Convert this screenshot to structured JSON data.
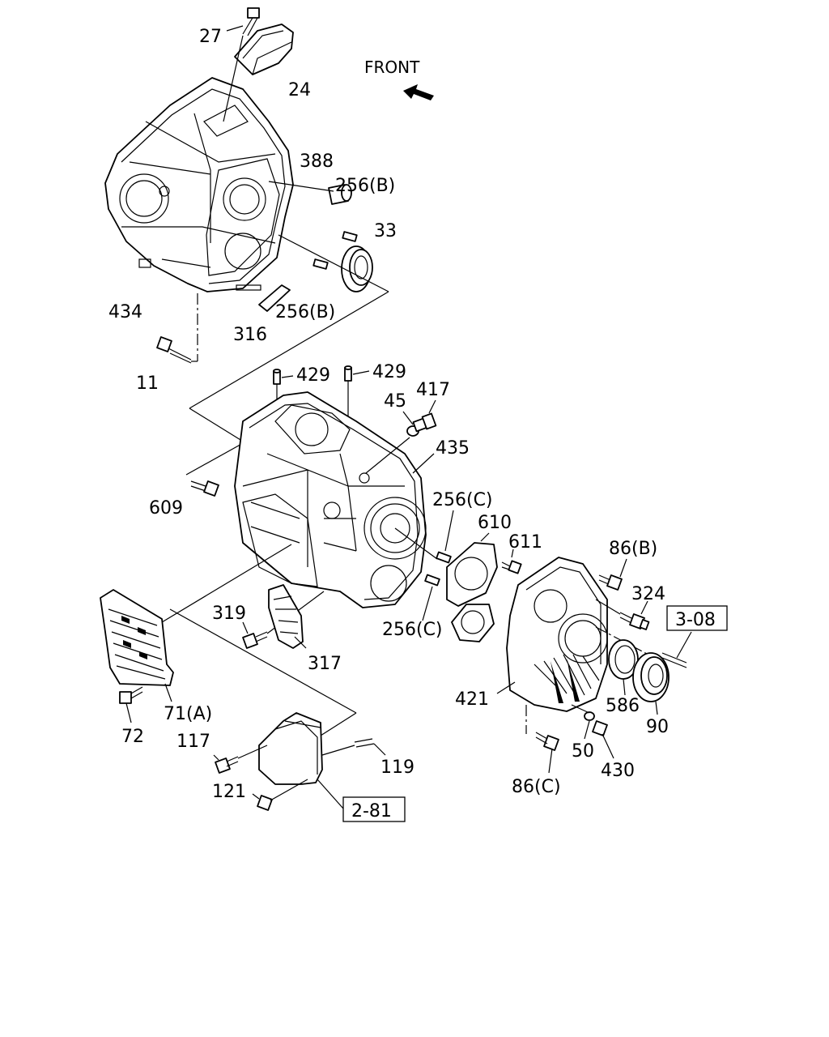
{
  "front_label": "FRONT",
  "references": {
    "ref_3_08": "3-08",
    "ref_2_81": "2-81"
  },
  "callouts": {
    "c27": "27",
    "c24": "24",
    "c388": "388",
    "c256b_top": "256(B)",
    "c33": "33",
    "c434": "434",
    "c256b_mid": "256(B)",
    "c316": "316",
    "c11": "11",
    "c429_a": "429",
    "c429_b": "429",
    "c45": "45",
    "c417": "417",
    "c435": "435",
    "c609": "609",
    "c256c_top": "256(C)",
    "c610": "610",
    "c611": "611",
    "c86b": "86(B)",
    "c324": "324",
    "c319": "319",
    "c256c_bot": "256(C)",
    "c317": "317",
    "c421": "421",
    "c586": "586",
    "c90": "90",
    "c71a": "71(A)",
    "c72": "72",
    "c117": "117",
    "c119": "119",
    "c121": "121",
    "c50": "50",
    "c430": "430",
    "c86c": "86(C)"
  }
}
